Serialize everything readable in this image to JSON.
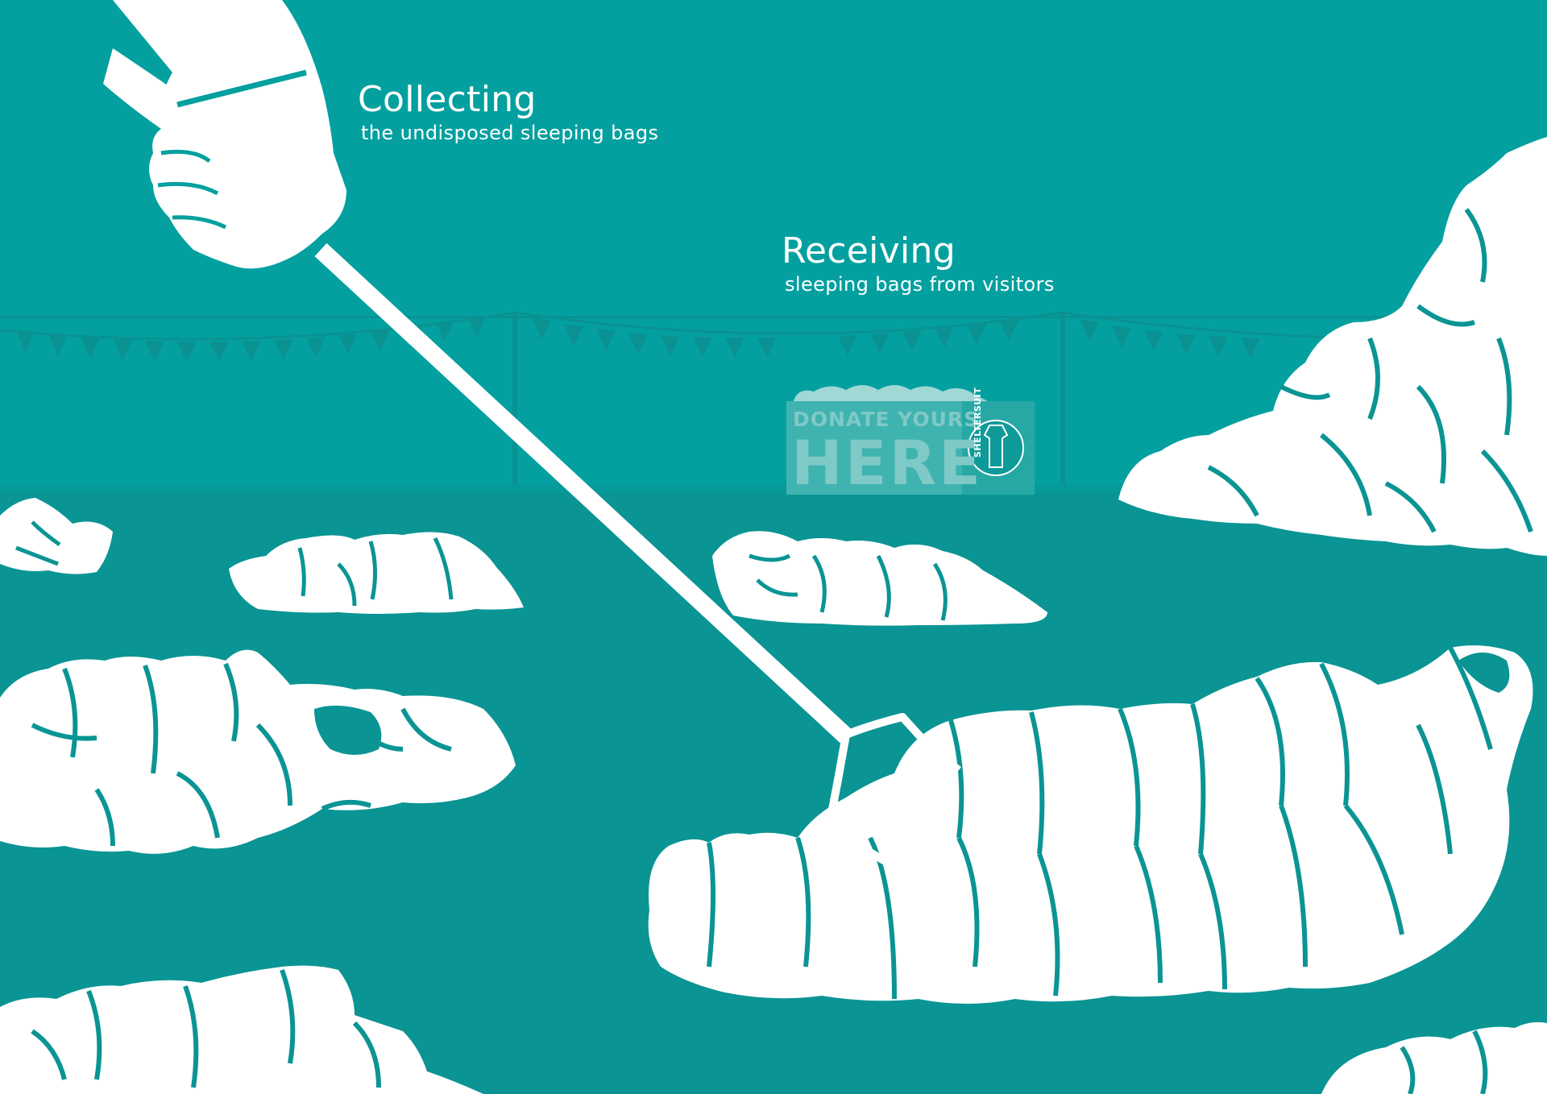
{
  "captions": {
    "collecting": {
      "title": "Collecting",
      "subtitle": "the undisposed sleeping bags"
    },
    "receiving": {
      "title": "Receiving",
      "subtitle": "sleeping bags from visitors"
    }
  },
  "donation_box": {
    "line1": "DONATE YOURS",
    "line2": "HERE",
    "logo_text": "SHELTERSUIT"
  },
  "colors": {
    "sky": "#04a0a0",
    "grass": "#0b9494",
    "white": "#ffffff",
    "box": "#3fb3b0",
    "box_text": "#7fc9c6"
  },
  "icons": {
    "hand": "hand-holding-stick-icon",
    "grabber": "grabber-claw-icon",
    "bunting": "bunting-flags-icon",
    "logo": "sheltersuit-logo-icon"
  }
}
